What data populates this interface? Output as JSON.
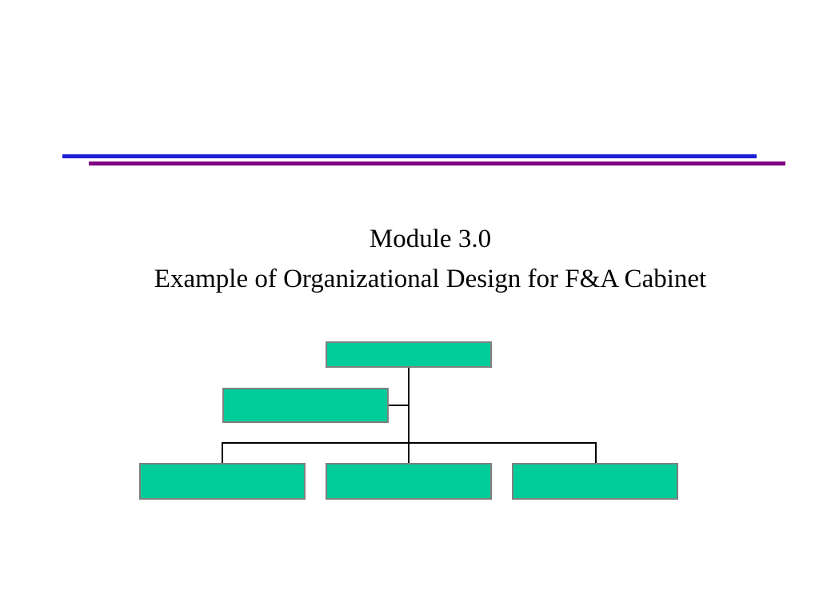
{
  "slide": {
    "title_line1": "Module 3.0",
    "title_line2": "Example of Organizational Design for F&A Cabinet"
  },
  "colors": {
    "rule_top": "#1f1fd6",
    "rule_bottom": "#800080",
    "box_fill": "#00cc99",
    "box_border": "#7f7f7f",
    "connector": "#000000"
  },
  "org_chart": {
    "nodes": [
      {
        "id": "top",
        "label": ""
      },
      {
        "id": "staff",
        "label": "",
        "attached_to": "top"
      },
      {
        "id": "sub-left",
        "label": "",
        "reports_to": "top"
      },
      {
        "id": "sub-middle",
        "label": "",
        "reports_to": "top"
      },
      {
        "id": "sub-right",
        "label": "",
        "reports_to": "top"
      }
    ]
  }
}
